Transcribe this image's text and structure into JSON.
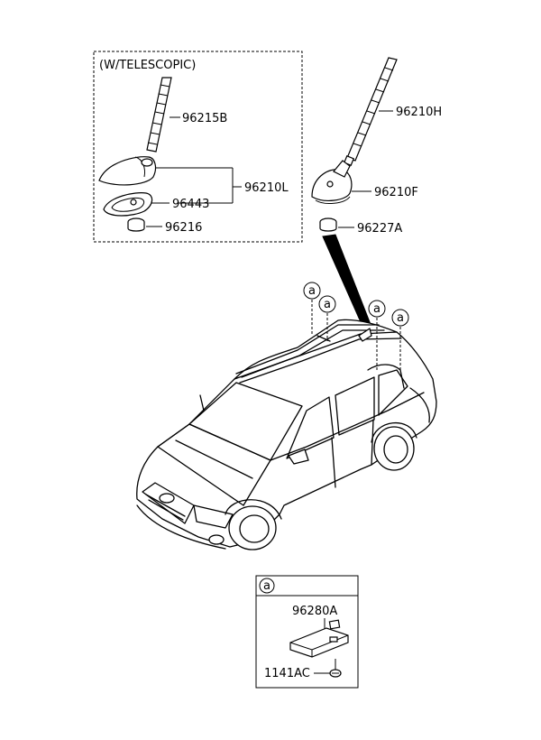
{
  "telescopic_box": {
    "title": "(W/TELESCOPIC)"
  },
  "parts": {
    "p96215B": "96215B",
    "p96210L": "96210L",
    "p96443": "96443",
    "p96216": "96216",
    "p96210H": "96210H",
    "p96210F": "96210F",
    "p96227A": "96227A"
  },
  "callouts": {
    "marker": "a"
  },
  "detail_box": {
    "marker": "a",
    "p96280A": "96280A",
    "p1141AC": "1141AC"
  }
}
